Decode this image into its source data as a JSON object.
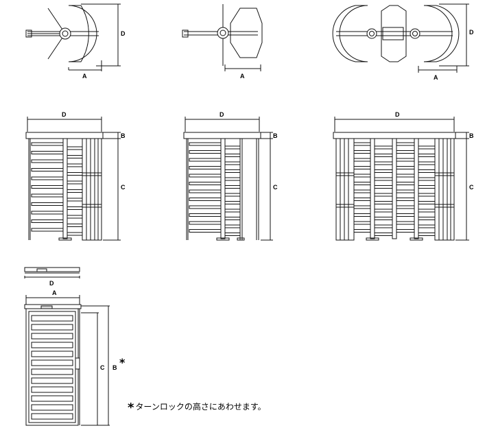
{
  "labels": {
    "a": "A",
    "b": "B",
    "c": "C",
    "d": "D"
  },
  "note": {
    "mark": "*",
    "text": "ターンロックの高さにあわせます。"
  },
  "colors": {
    "line": "#111111",
    "fill": "#ffffff",
    "shade": "#e6e6e6"
  }
}
